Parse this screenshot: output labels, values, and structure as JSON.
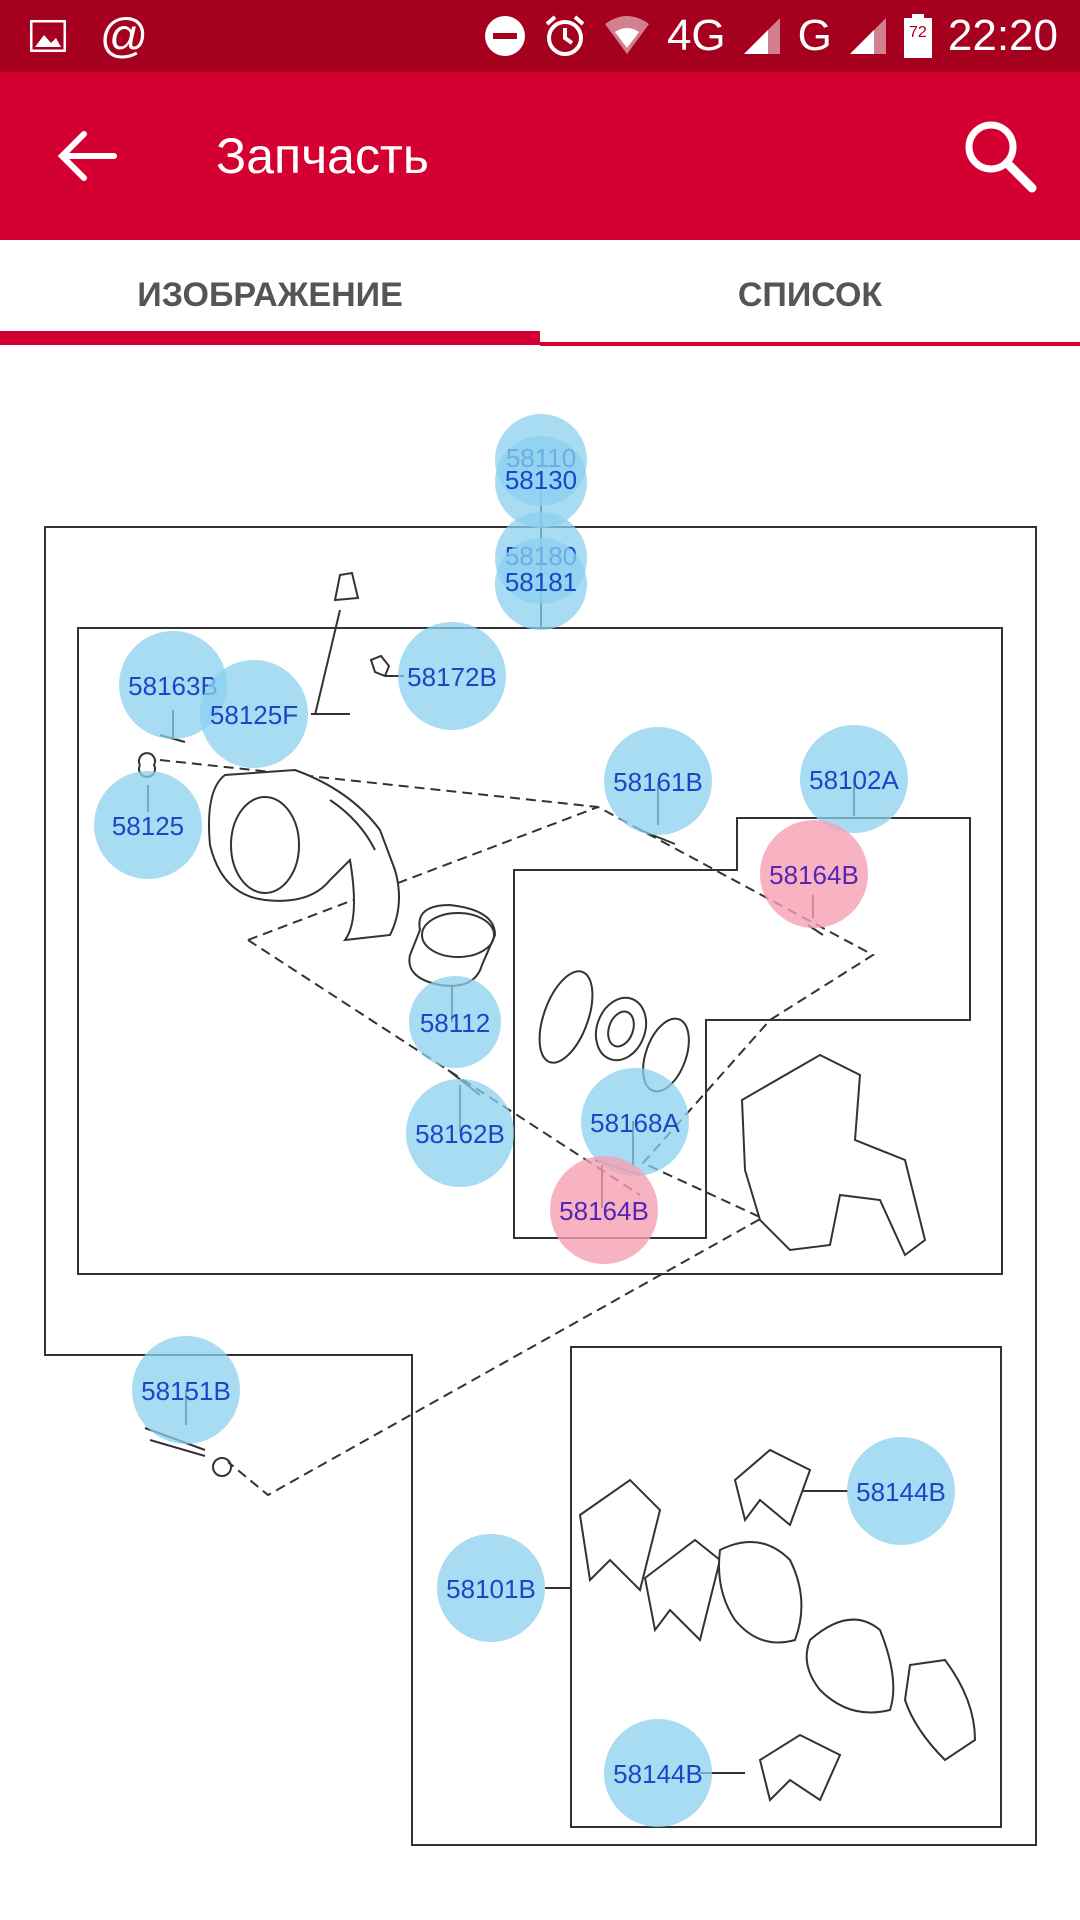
{
  "status_bar": {
    "time": "22:20",
    "network_1": "4G",
    "network_2": "G",
    "battery": "72"
  },
  "app_bar": {
    "title": "Запчасть"
  },
  "tabs": [
    {
      "label": "ИЗОБРАЖЕНИЕ",
      "active": true
    },
    {
      "label": "СПИСОК",
      "active": false
    }
  ],
  "colors": {
    "primary": "#d50032",
    "status_bar": "#a5001e",
    "hotspot_blue": "#8ad0ef",
    "hotspot_red": "#f6a0b3",
    "label_text": "#1f45c7"
  },
  "diagram": {
    "parts": [
      {
        "code": "58110",
        "highlight": "blue"
      },
      {
        "code": "58130",
        "highlight": "blue"
      },
      {
        "code": "58180",
        "highlight": "blue"
      },
      {
        "code": "58181",
        "highlight": "blue"
      },
      {
        "code": "58163B",
        "highlight": "blue"
      },
      {
        "code": "58125F",
        "highlight": "blue"
      },
      {
        "code": "58172B",
        "highlight": "blue"
      },
      {
        "code": "58125",
        "highlight": "blue"
      },
      {
        "code": "58161B",
        "highlight": "blue"
      },
      {
        "code": "58102A",
        "highlight": "blue"
      },
      {
        "code": "58164B",
        "highlight": "red"
      },
      {
        "code": "58112",
        "highlight": "blue"
      },
      {
        "code": "58162B",
        "highlight": "blue"
      },
      {
        "code": "58168A",
        "highlight": "blue"
      },
      {
        "code": "58164B",
        "highlight": "red"
      },
      {
        "code": "58151B",
        "highlight": "blue"
      },
      {
        "code": "58144B",
        "highlight": "blue"
      },
      {
        "code": "58101B",
        "highlight": "blue"
      },
      {
        "code": "58144B",
        "highlight": "blue"
      }
    ]
  }
}
